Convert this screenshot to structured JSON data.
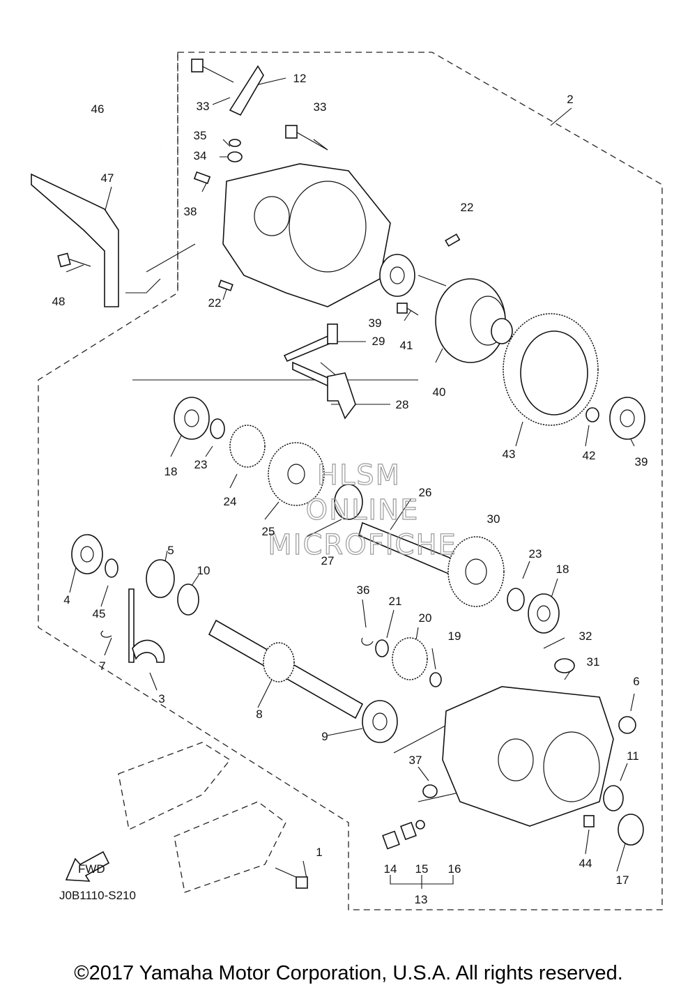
{
  "diagram": {
    "code": "J0B1110-S210",
    "fwd_label": "FWD",
    "watermark": [
      "HLSM",
      "ONLINE",
      "MICROFICHE"
    ],
    "copyright": "©2017 Yamaha Motor Corporation, U.S.A. All rights reserved.",
    "callouts": [
      "1",
      "2",
      "3",
      "4",
      "5",
      "6",
      "7",
      "8",
      "9",
      "10",
      "11",
      "12",
      "13",
      "14",
      "15",
      "16",
      "17",
      "18",
      "18",
      "19",
      "20",
      "21",
      "22",
      "22",
      "23",
      "23",
      "24",
      "25",
      "26",
      "27",
      "28",
      "29",
      "30",
      "31",
      "32",
      "33",
      "33",
      "34",
      "35",
      "36",
      "37",
      "38",
      "39",
      "39",
      "40",
      "41",
      "42",
      "43",
      "44",
      "45",
      "46",
      "47",
      "48"
    ]
  }
}
